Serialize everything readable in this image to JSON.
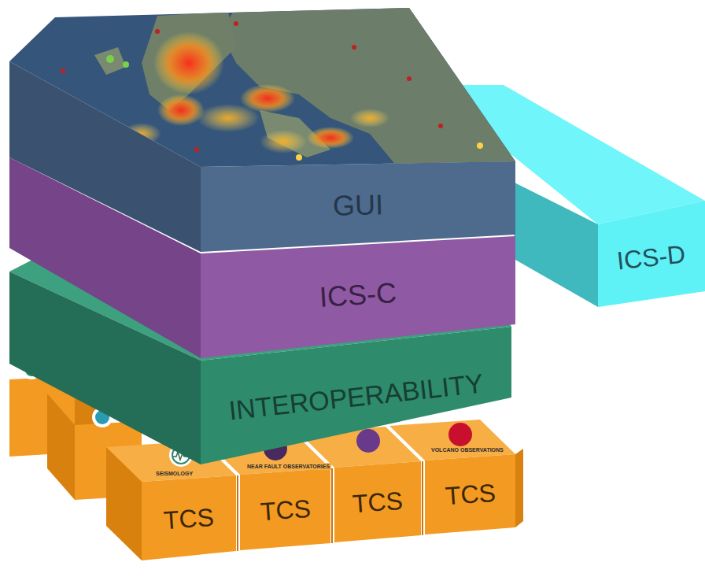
{
  "diagram": {
    "nodes": [
      {
        "text": [
          "GUI"
        ]
      },
      {
        "text": [
          "ICS-D"
        ]
      },
      {
        "text": [
          "ICS-C"
        ]
      },
      {
        "text": [
          "INTEROPERABILITY"
        ]
      },
      {
        "text": [
          "TCS"
        ]
      },
      {
        "text": [
          "TCS"
        ]
      },
      {
        "text": [
          "TCS"
        ]
      },
      {
        "text": [
          "TCS"
        ]
      }
    ],
    "labels": [
      "SEISMOLOGY",
      "NEAR FAULT OBSERVATORIES",
      "VOLCANO OBSERVATIONS"
    ]
  }
}
